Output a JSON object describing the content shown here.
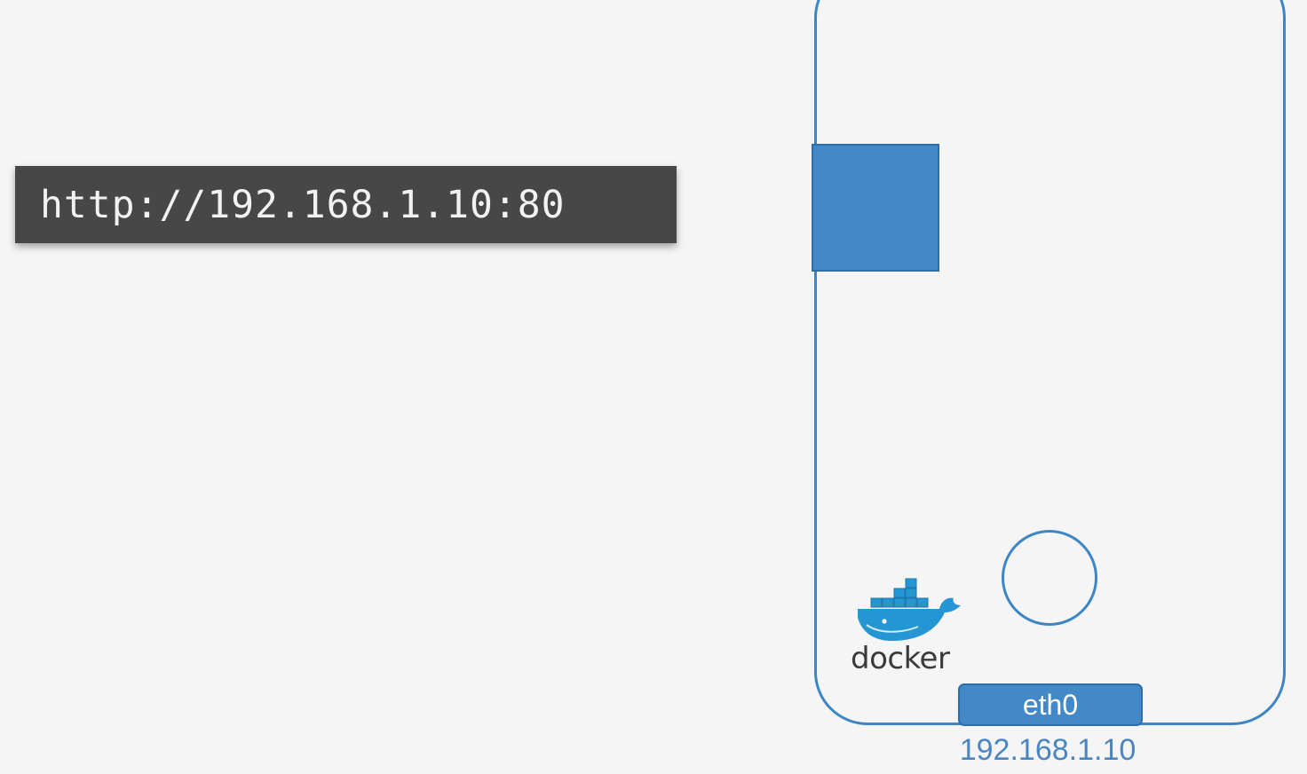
{
  "request": {
    "url": "http://192.168.1.10:80"
  },
  "host": {
    "docker_logo_text": "docker",
    "interface": {
      "name": "eth0",
      "ip": "192.168.1.10"
    }
  },
  "colors": {
    "accent": "#4389c8",
    "outline": "#3d86c6",
    "url_bar": "#474747",
    "ip_text": "#4a86c0"
  }
}
